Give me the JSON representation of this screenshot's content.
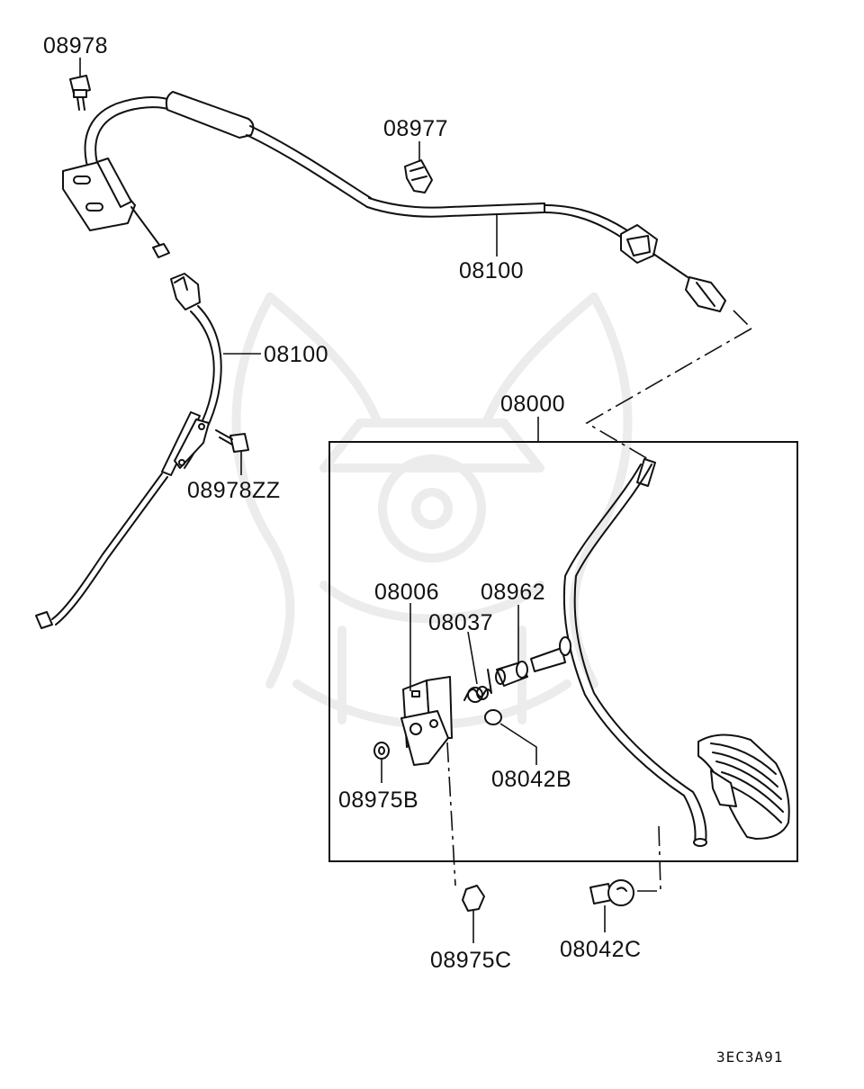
{
  "diagram": {
    "parts": {
      "p08978": "08978",
      "p08977": "08977",
      "p08100_top": "08100",
      "p08100_left": "08100",
      "p08978ZZ": "08978ZZ",
      "p08000": "08000",
      "p08006": "08006",
      "p08962": "08962",
      "p08037": "08037",
      "p08042B": "08042B",
      "p08975B": "08975B",
      "p08975C": "08975C",
      "p08042C": "08042C"
    },
    "diagram_code": "3EC3A91"
  },
  "colors": {
    "ink": "#111111",
    "watermark": "#ececec",
    "background": "#ffffff"
  }
}
